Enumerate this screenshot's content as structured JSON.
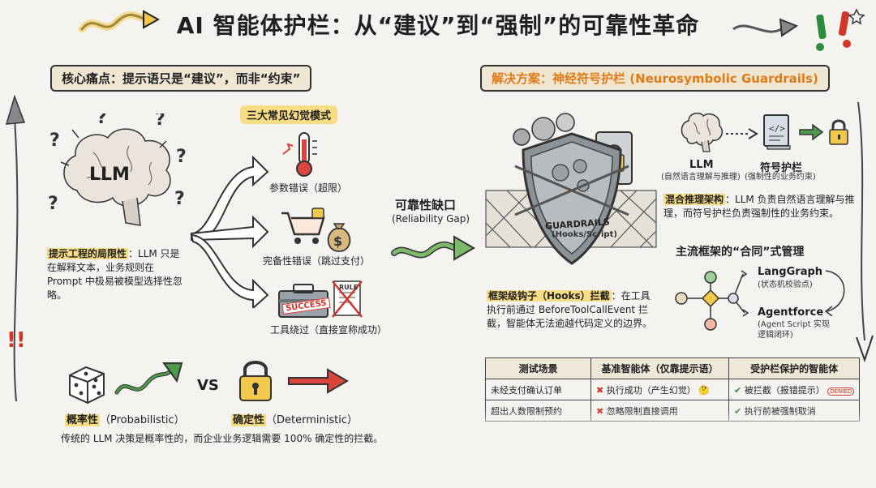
{
  "title": "AI 智能体护栏：从“建议”到“强制”的可靠性革命",
  "left": {
    "header": "核心痛点：提示语只是“建议”，而非“约束”",
    "llm_label": "LLM",
    "limit_title": "提示工程的局限性",
    "limit_text": "：LLM 只是在解释文本，业务规则在 Prompt 中极易被模型选择性忽略。",
    "modes_title": "三大常见幻觉模式",
    "modes": [
      "参数错误（超限）",
      "完备性错误（跳过支付）",
      "工具绕过（直接宣称成功）"
    ],
    "success_stamp": "SUCCESS",
    "rule_doc": "RULE",
    "prob_label": "概率性",
    "prob_en": "（Probabilistic）",
    "vs": "VS",
    "det_label": "确定性",
    "det_en": "（Deterministic）",
    "bottom_text": "传统的 LLM 决策是概率性的，而企业业务逻辑需要 100% 确定性的拦截。"
  },
  "gap": {
    "cn": "可靠性缺口",
    "en": "(Reliability Gap)"
  },
  "right": {
    "header": "解决方案：神经符号护栏 (Neurosymbolic Guardrails)",
    "shield_label": "GUARDRAILS",
    "shield_sub": "(Hooks/Script)",
    "hooks_title": "框架级钩子（Hooks）拦截",
    "hooks_text": "：在工具执行前通过 BeforeToolCallEvent 拦截，智能体无法逾越代码定义的边界。",
    "llm_label": "LLM",
    "llm_sub": "(自然语言理解与推理)",
    "sym_label": "符号护栏",
    "sym_sub": "(强制性的业务约束)",
    "hybrid_title": "混合推理架构",
    "hybrid_text": "：LLM 负责自然语言理解与推理，而符号护栏负责强制性的业务约束。",
    "frameworks_title": "主流框架的“合同”式管理",
    "fw1": "LangGraph",
    "fw1_sub": "(状态机校验点)",
    "fw2": "Agentforce",
    "fw2_sub": "(Agent Script 实现逻辑闭环)"
  },
  "table": {
    "headers": [
      "测试场景",
      "基准智能体（仅靠提示语）",
      "受护栏保护的智能体"
    ],
    "rows": [
      [
        "未经支付确认订单",
        "执行成功（产生幻觉）",
        "被拦截（报错提示）"
      ],
      [
        "超出人数限制预约",
        "忽略限制直接调用",
        "执行前被强制取消"
      ]
    ],
    "denied_stamp": "DENIED"
  },
  "colors": {
    "highlight": "#f6dc84",
    "arrow_green": "#4d9a4a",
    "arrow_red": "#d9453b",
    "alert_red": "#d0362a",
    "alert_green": "#2e8b3c"
  }
}
